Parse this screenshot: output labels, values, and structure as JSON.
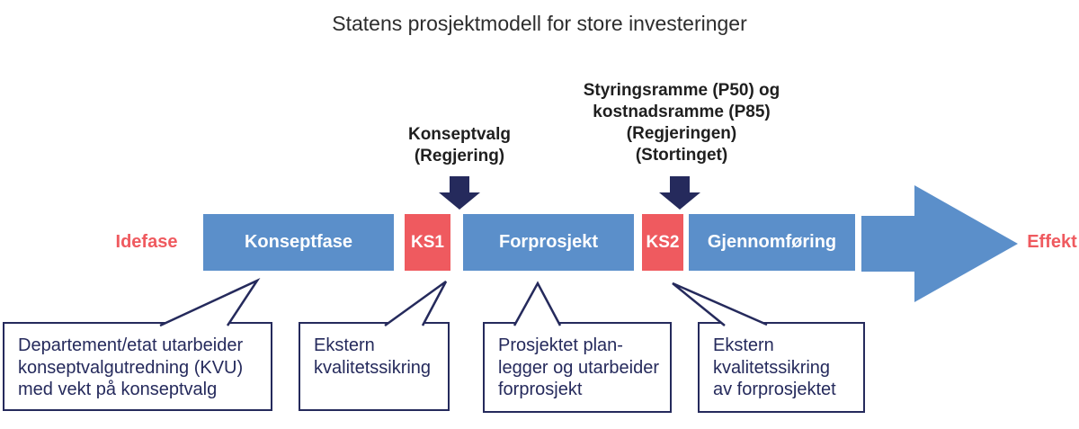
{
  "title": "Statens prosjektmodell for store investeringer",
  "annotations": {
    "konseptvalg": {
      "lines": [
        "Konseptvalg",
        "(Regjering)"
      ]
    },
    "rammer": {
      "lines": [
        "Styringsramme (P50) og",
        "kostnadsramme (P85)",
        "(Regjeringen)",
        "(Stortinget)"
      ]
    }
  },
  "timeline": {
    "start_label": "Idefase",
    "end_label": "Effekt",
    "phases": [
      {
        "label": "Konseptfase",
        "kind": "phase"
      },
      {
        "label": "KS1",
        "kind": "quality-gate"
      },
      {
        "label": "Forprosjekt",
        "kind": "phase"
      },
      {
        "label": "KS2",
        "kind": "quality-gate"
      },
      {
        "label": "Gjennomføring",
        "kind": "phase"
      }
    ]
  },
  "callouts": [
    {
      "target": "Konseptfase",
      "lines": [
        "Departement/etat utarbeider",
        "konseptvalgutredning (KVU)",
        "med vekt på konseptvalg"
      ]
    },
    {
      "target": "KS1",
      "lines": [
        "Ekstern",
        "kvalitetssikring"
      ]
    },
    {
      "target": "Forprosjekt",
      "lines": [
        "Prosjektet plan-",
        "legger og utarbeider",
        "forprosjekt"
      ]
    },
    {
      "target": "KS2",
      "lines": [
        "Ekstern",
        "kvalitetssikring",
        "av forprosjektet"
      ]
    }
  ],
  "colors": {
    "phase_blue": "#5B8FCA",
    "gate_red": "#EF5A5F",
    "navy": "#252A5C",
    "title_text": "#2D2D2D",
    "side_label_red": "#EF5A5F"
  }
}
